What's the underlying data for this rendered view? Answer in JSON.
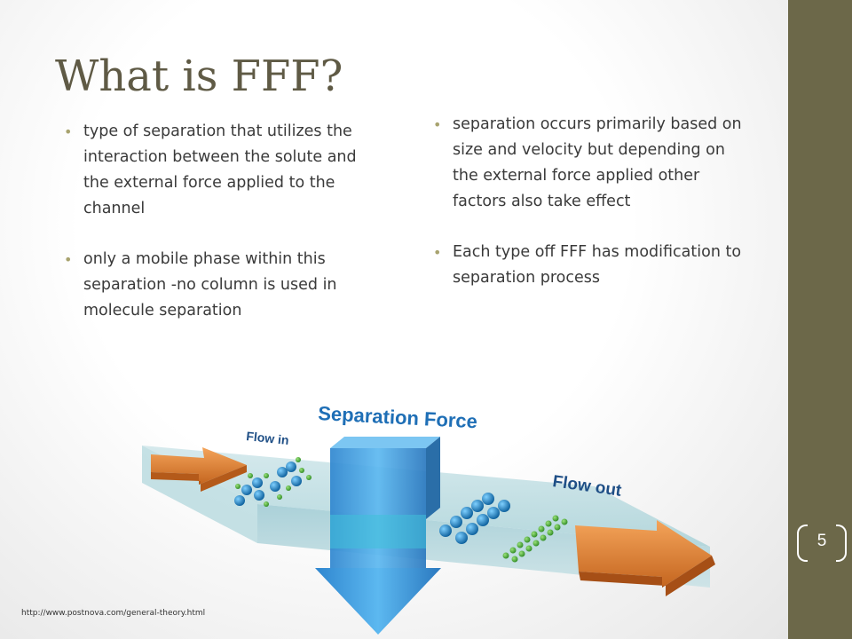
{
  "slide": {
    "title": "What is FFF?",
    "bullets_left": [
      "type of separation that utilizes the interaction between the solute and the external force applied to the channel",
      "only a mobile phase within this separation -no column is used in molecule separation"
    ],
    "bullets_right": [
      "separation occurs primarily based on size and velocity but depending on the external force applied other factors also take effect",
      "Each type off FFF has modification to separation process"
    ],
    "bullet_glyph": "•",
    "page_number": "5",
    "credit_url": "http://www.postnova.com/general-theory.html"
  },
  "diagram": {
    "separation_force_label": "Separation Force",
    "flow_in_label": "Flow in",
    "flow_out_label": "Flow out"
  },
  "colors": {
    "sidebar": "#6c6849",
    "title": "#5f5a45",
    "bullet": "#a8a36f",
    "force_arrow": "#3f9fe0",
    "flow_arrow": "#e8893a"
  }
}
